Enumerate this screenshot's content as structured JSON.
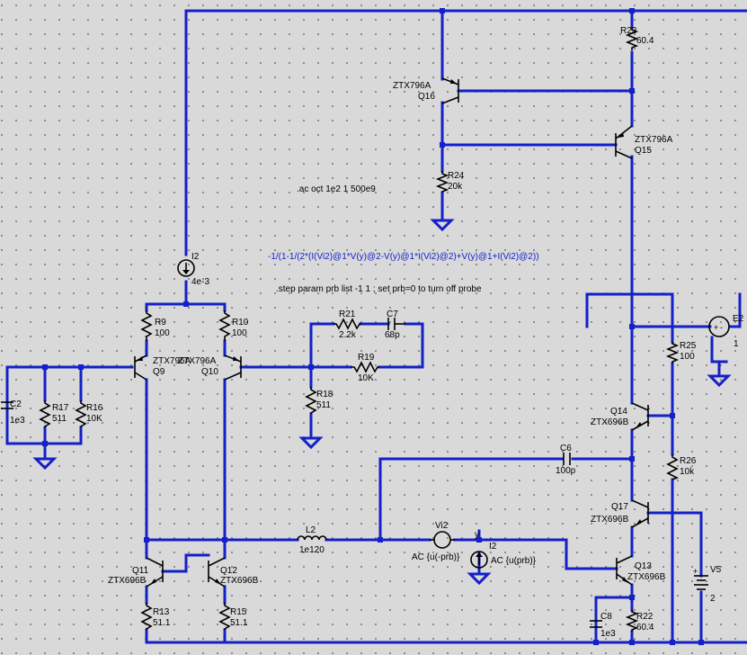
{
  "directives": {
    "ac": ".ac oct 1e2 1 500e9",
    "step": ".step param prb list -1 1 ; set prb=0 to turn off probe",
    "expr": "-1/(1-1/(2*(I(Vi2)@1*V(y)@2-V(y)@1*I(Vi2)@2)+V(y)@1+I(Vi2)@2))"
  },
  "components": {
    "R23": {
      "name": "R23",
      "value": "60.4"
    },
    "Q16": {
      "name": "Q16",
      "model": "ZTX796A"
    },
    "Q15": {
      "name": "Q15",
      "model": "ZTX796A"
    },
    "R24": {
      "name": "R24",
      "value": "20k"
    },
    "I2": {
      "name": "I2",
      "value": "4e-3"
    },
    "R9": {
      "name": "R9",
      "value": "100"
    },
    "R10": {
      "name": "R10",
      "value": "100"
    },
    "Q9": {
      "name": "Q9",
      "model": "ZTX796A"
    },
    "Q10": {
      "name": "Q10",
      "model": "ZTX796A"
    },
    "R21": {
      "name": "R21",
      "value": "2.2k"
    },
    "C7": {
      "name": "C7",
      "value": "68p"
    },
    "R19": {
      "name": "R19",
      "value": "10K"
    },
    "R18": {
      "name": "R18",
      "value": "511"
    },
    "C2": {
      "name": "C2",
      "value": "1e3"
    },
    "R17": {
      "name": "R17",
      "value": "511"
    },
    "R16": {
      "name": "R16",
      "value": "10K"
    },
    "E2": {
      "name": "E2",
      "value": "1"
    },
    "R25": {
      "name": "R25",
      "value": "100"
    },
    "Q14": {
      "name": "Q14",
      "model": "ZTX696B"
    },
    "C6": {
      "name": "C6",
      "value": "100p"
    },
    "R26": {
      "name": "R26",
      "value": "10k"
    },
    "Q17": {
      "name": "Q17",
      "model": "ZTX696B"
    },
    "L2": {
      "name": "L2",
      "value": "1e120"
    },
    "Vi2": {
      "name": "Vi2",
      "value": "AC {u(-prb)}"
    },
    "Ii2": {
      "name": "I2",
      "value": "AC {u(prb)}"
    },
    "NetY": {
      "label": "y"
    },
    "Q11": {
      "name": "Q11",
      "model": "ZTX696B"
    },
    "Q12": {
      "name": "Q12",
      "model": "ZTX696B"
    },
    "Q13": {
      "name": "Q13",
      "model": "ZTX696B"
    },
    "R13": {
      "name": "R13",
      "value": "51.1"
    },
    "R15": {
      "name": "R15",
      "value": "51.1"
    },
    "R22": {
      "name": "R22",
      "value": "60.4"
    },
    "C8": {
      "name": "C8",
      "value": "1e3"
    },
    "V5": {
      "name": "V5",
      "value": "2"
    }
  },
  "colors": {
    "wire": "#1420c8",
    "component": "#000000",
    "background": "#d9d9d9",
    "text": "#000000"
  }
}
